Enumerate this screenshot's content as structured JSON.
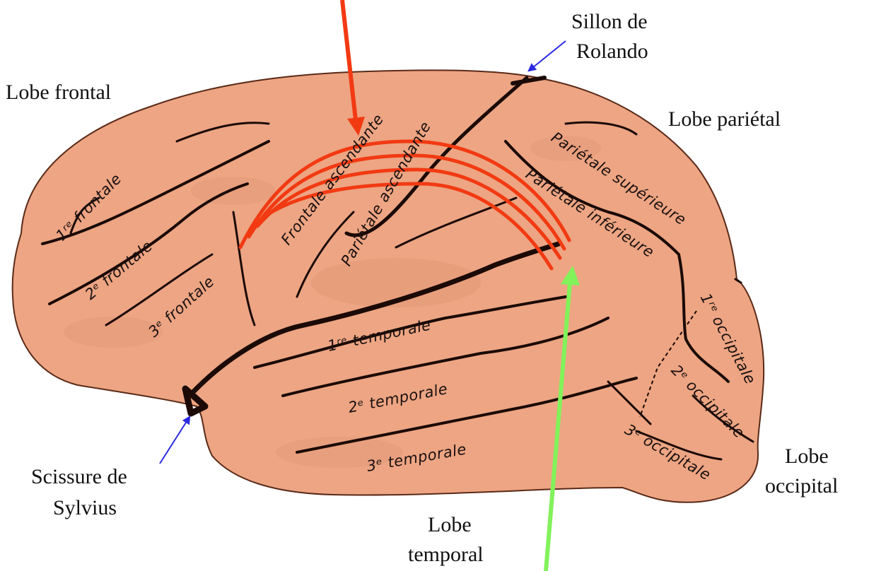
{
  "colors": {
    "brain_fill": "#eda583",
    "brain_shade": "#e39a77",
    "sulcus": "#1b0a06",
    "red_arrow": "#f23a12",
    "green_arrow": "#82f25a",
    "blue_arrow": "#2a2ae0"
  },
  "lobe_labels": {
    "frontal": "Lobe frontal",
    "parietal": "Lobe pariétal",
    "occipital_line1": "Lobe",
    "occipital_line2": "occipital",
    "temporal_line1": "Lobe",
    "temporal_line2": "temporal"
  },
  "landmarks": {
    "rolando_line1": "Sillon de",
    "rolando_line2": "Rolando",
    "sylvius_line1": "Scissure de",
    "sylvius_line2": "Sylvius"
  },
  "gyri": {
    "frontal_1": "1ʳᵉ frontale",
    "frontal_2": "2ᵉ frontale",
    "frontal_3": "3ᵉ frontale",
    "frontale_ascendante": "Frontale ascendante",
    "parietale_ascendante": "Pariétale ascendante",
    "parietale_superieure": "Pariétale supérieure",
    "parietale_inferieure": "Pariétale inférieure",
    "temporal_1": "1ʳᵉ temporale",
    "temporal_2": "2ᵉ temporale",
    "temporal_3": "3ᵉ temporale",
    "occipital_1": "1ʳᵉ occipitale",
    "occipital_2": "2ᵉ occipitale",
    "occipital_3": "3ᵉ occipitale"
  },
  "icons": [
    "red-arrow-icon",
    "green-arrow-icon",
    "rolando-pointer-icon",
    "sylvius-pointer-icon"
  ]
}
